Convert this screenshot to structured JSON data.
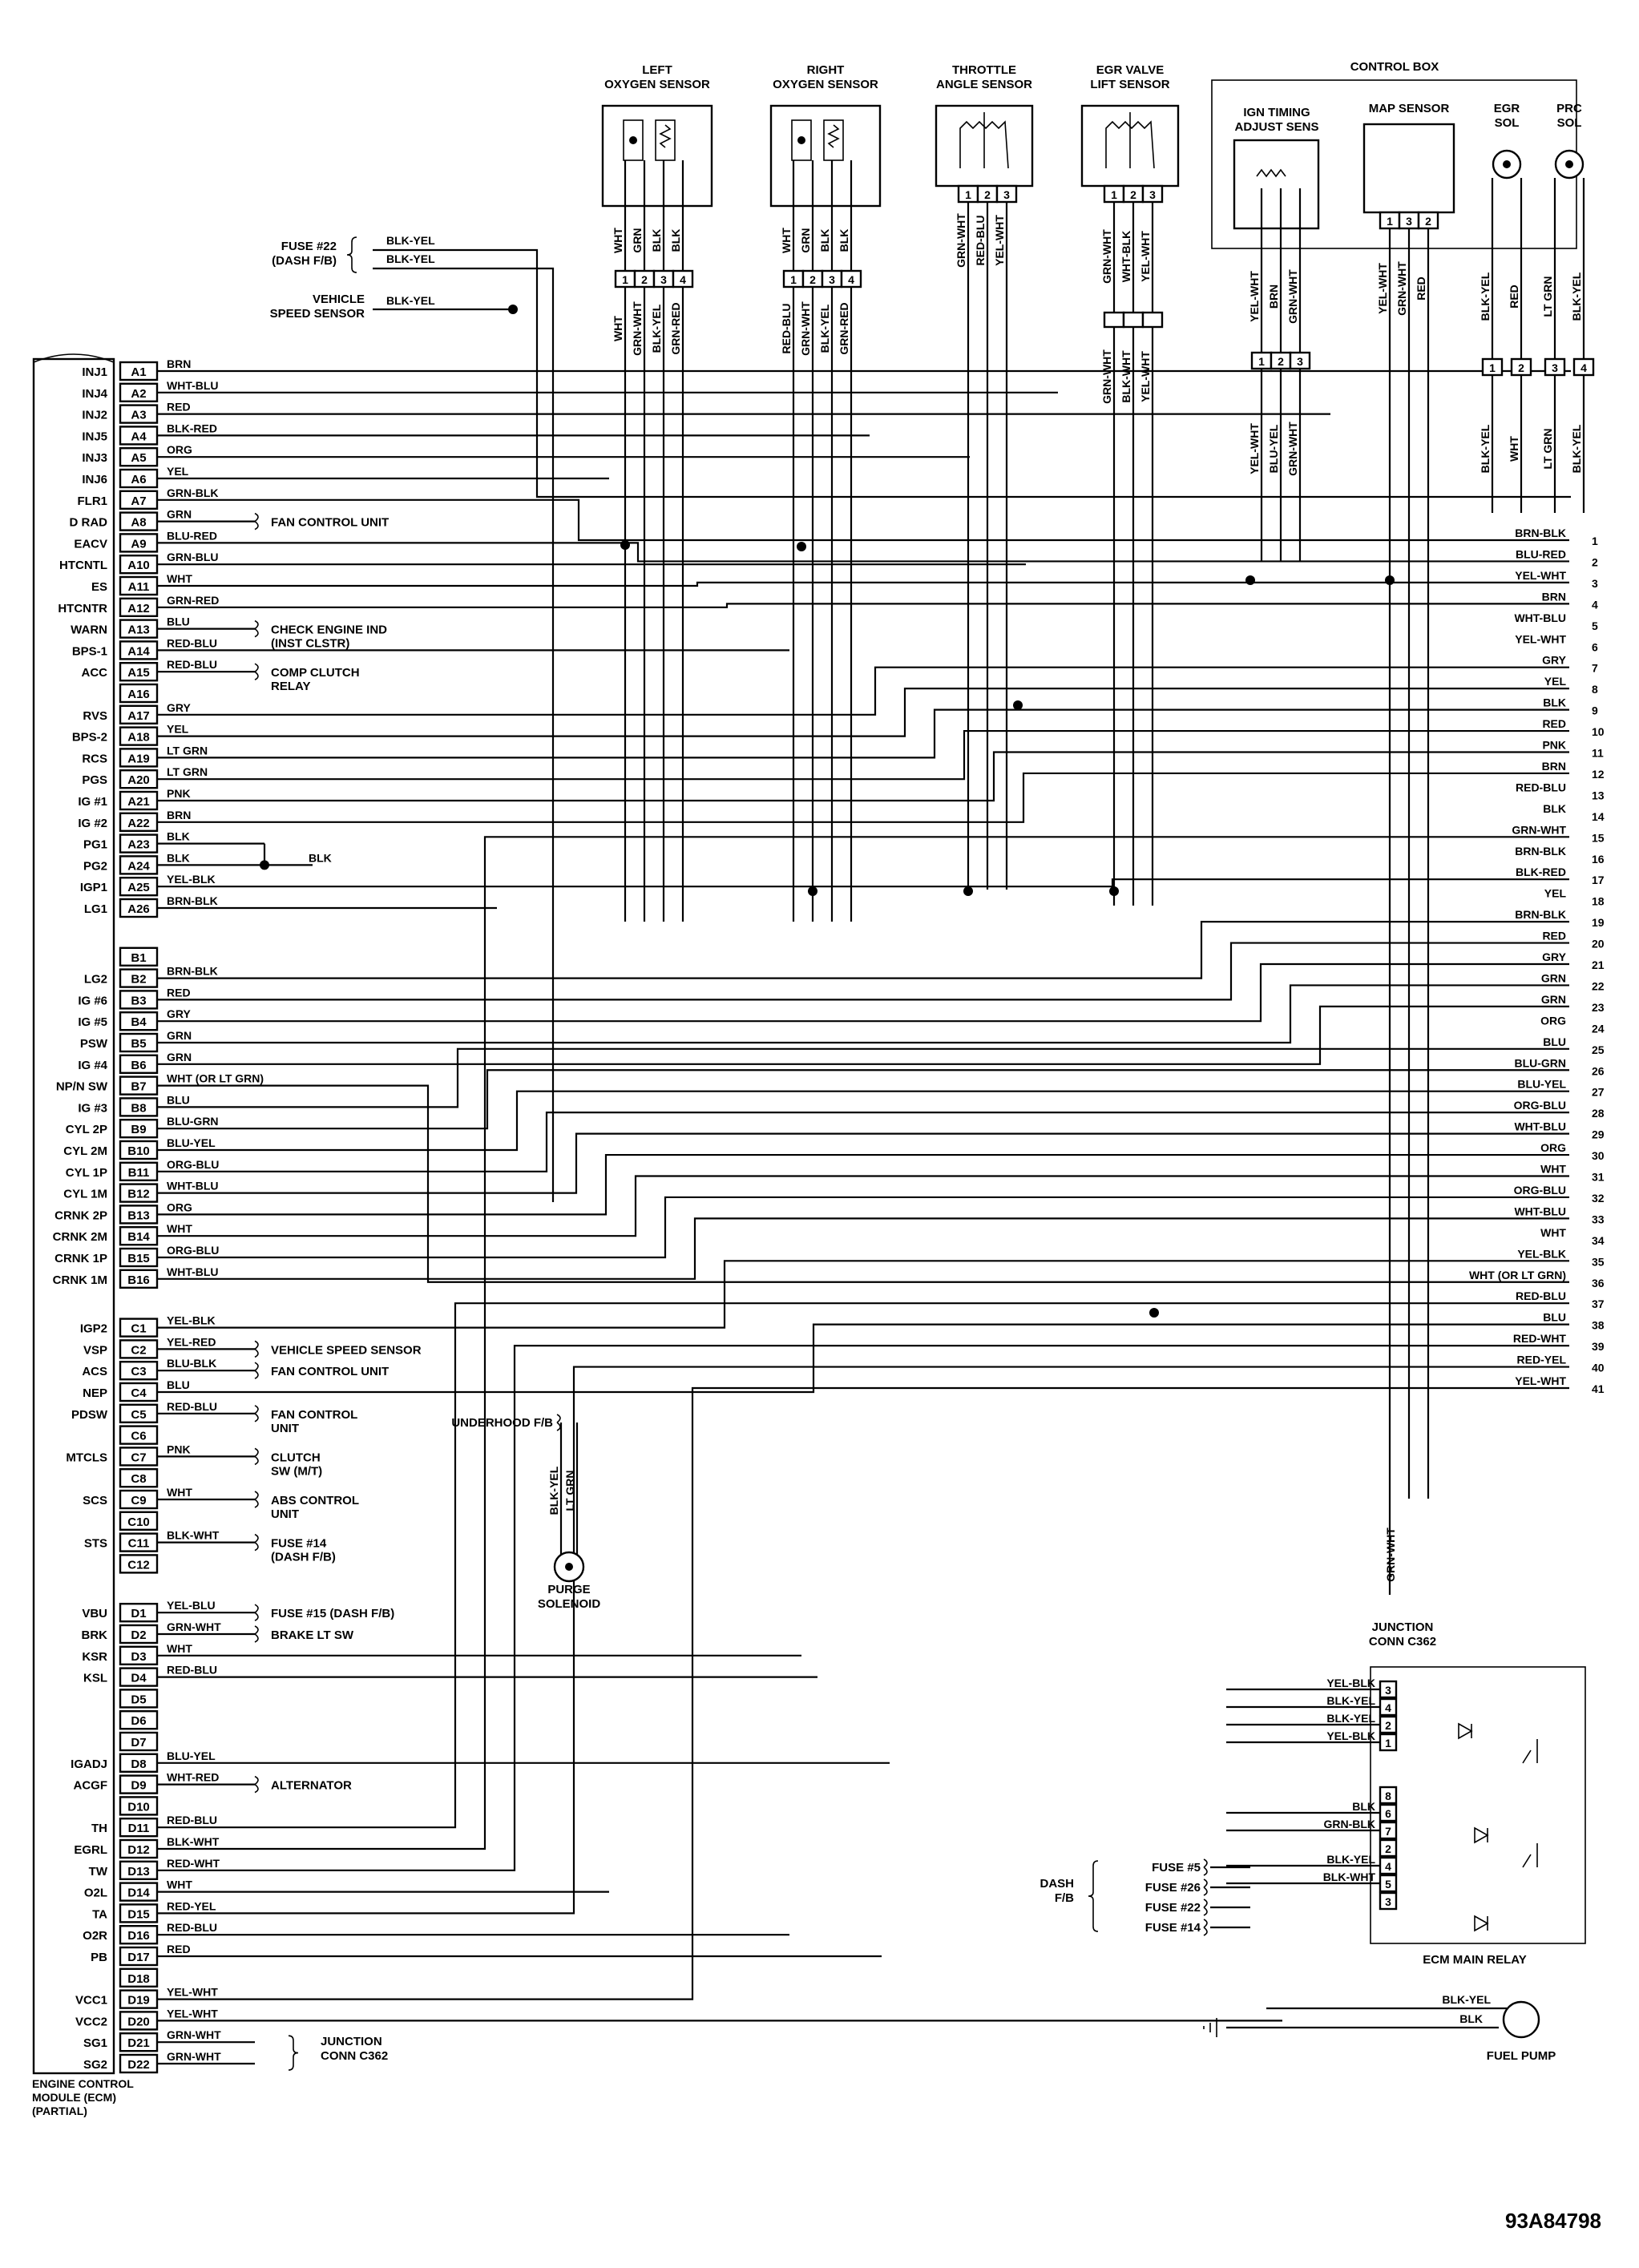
{
  "doc_id": "93A84798",
  "ecm": {
    "label": [
      "ENGINE CONTROL",
      "MODULE (ECM)",
      "(PARTIAL)"
    ],
    "pins": [
      {
        "fn": "INJ1",
        "pin": "A1",
        "wire": "BRN"
      },
      {
        "fn": "INJ4",
        "pin": "A2",
        "wire": "WHT-BLU"
      },
      {
        "fn": "INJ2",
        "pin": "A3",
        "wire": "RED"
      },
      {
        "fn": "INJ5",
        "pin": "A4",
        "wire": "BLK-RED"
      },
      {
        "fn": "INJ3",
        "pin": "A5",
        "wire": "ORG"
      },
      {
        "fn": "INJ6",
        "pin": "A6",
        "wire": "YEL"
      },
      {
        "fn": "FLR1",
        "pin": "A7",
        "wire": "GRN-BLK"
      },
      {
        "fn": "D RAD",
        "pin": "A8",
        "wire": "GRN"
      },
      {
        "fn": "EACV",
        "pin": "A9",
        "wire": "BLU-RED"
      },
      {
        "fn": "HTCNTL",
        "pin": "A10",
        "wire": "GRN-BLU"
      },
      {
        "fn": "ES",
        "pin": "A11",
        "wire": "WHT"
      },
      {
        "fn": "HTCNTR",
        "pin": "A12",
        "wire": "GRN-RED"
      },
      {
        "fn": "WARN",
        "pin": "A13",
        "wire": "BLU"
      },
      {
        "fn": "BPS-1",
        "pin": "A14",
        "wire": "RED-BLU"
      },
      {
        "fn": "ACC",
        "pin": "A15",
        "wire": "RED-BLU"
      },
      {
        "fn": "",
        "pin": "A16",
        "wire": ""
      },
      {
        "fn": "RVS",
        "pin": "A17",
        "wire": "GRY"
      },
      {
        "fn": "BPS-2",
        "pin": "A18",
        "wire": "YEL"
      },
      {
        "fn": "RCS",
        "pin": "A19",
        "wire": "LT GRN"
      },
      {
        "fn": "PGS",
        "pin": "A20",
        "wire": "LT GRN"
      },
      {
        "fn": "IG #1",
        "pin": "A21",
        "wire": "PNK"
      },
      {
        "fn": "IG #2",
        "pin": "A22",
        "wire": "BRN"
      },
      {
        "fn": "PG1",
        "pin": "A23",
        "wire": "BLK"
      },
      {
        "fn": "PG2",
        "pin": "A24",
        "wire": "BLK"
      },
      {
        "fn": "IGP1",
        "pin": "A25",
        "wire": "YEL-BLK"
      },
      {
        "fn": "LG1",
        "pin": "A26",
        "wire": "BRN-BLK"
      },
      {
        "fn": "",
        "pin": "B1",
        "wire": ""
      },
      {
        "fn": "LG2",
        "pin": "B2",
        "wire": "BRN-BLK"
      },
      {
        "fn": "IG #6",
        "pin": "B3",
        "wire": "RED"
      },
      {
        "fn": "IG #5",
        "pin": "B4",
        "wire": "GRY"
      },
      {
        "fn": "PSW",
        "pin": "B5",
        "wire": "GRN"
      },
      {
        "fn": "IG #4",
        "pin": "B6",
        "wire": "GRN"
      },
      {
        "fn": "NP/N SW",
        "pin": "B7",
        "wire": "WHT (OR LT GRN)"
      },
      {
        "fn": "IG #3",
        "pin": "B8",
        "wire": "BLU"
      },
      {
        "fn": "CYL 2P",
        "pin": "B9",
        "wire": "BLU-GRN"
      },
      {
        "fn": "CYL 2M",
        "pin": "B10",
        "wire": "BLU-YEL"
      },
      {
        "fn": "CYL 1P",
        "pin": "B11",
        "wire": "ORG-BLU"
      },
      {
        "fn": "CYL 1M",
        "pin": "B12",
        "wire": "WHT-BLU"
      },
      {
        "fn": "CRNK 2P",
        "pin": "B13",
        "wire": "ORG"
      },
      {
        "fn": "CRNK 2M",
        "pin": "B14",
        "wire": "WHT"
      },
      {
        "fn": "CRNK 1P",
        "pin": "B15",
        "wire": "ORG-BLU"
      },
      {
        "fn": "CRNK 1M",
        "pin": "B16",
        "wire": "WHT-BLU"
      },
      {
        "fn": "IGP2",
        "pin": "C1",
        "wire": "YEL-BLK"
      },
      {
        "fn": "VSP",
        "pin": "C2",
        "wire": "YEL-RED"
      },
      {
        "fn": "ACS",
        "pin": "C3",
        "wire": "BLU-BLK"
      },
      {
        "fn": "NEP",
        "pin": "C4",
        "wire": "BLU"
      },
      {
        "fn": "PDSW",
        "pin": "C5",
        "wire": "RED-BLU"
      },
      {
        "fn": "",
        "pin": "C6",
        "wire": ""
      },
      {
        "fn": "MTCLS",
        "pin": "C7",
        "wire": "PNK"
      },
      {
        "fn": "",
        "pin": "C8",
        "wire": ""
      },
      {
        "fn": "SCS",
        "pin": "C9",
        "wire": "WHT"
      },
      {
        "fn": "",
        "pin": "C10",
        "wire": ""
      },
      {
        "fn": "STS",
        "pin": "C11",
        "wire": "BLK-WHT"
      },
      {
        "fn": "",
        "pin": "C12",
        "wire": ""
      },
      {
        "fn": "VBU",
        "pin": "D1",
        "wire": "YEL-BLU"
      },
      {
        "fn": "BRK",
        "pin": "D2",
        "wire": "GRN-WHT"
      },
      {
        "fn": "KSR",
        "pin": "D3",
        "wire": "WHT"
      },
      {
        "fn": "KSL",
        "pin": "D4",
        "wire": "RED-BLU"
      },
      {
        "fn": "",
        "pin": "D5",
        "wire": ""
      },
      {
        "fn": "",
        "pin": "D6",
        "wire": ""
      },
      {
        "fn": "",
        "pin": "D7",
        "wire": ""
      },
      {
        "fn": "IGADJ",
        "pin": "D8",
        "wire": "BLU-YEL"
      },
      {
        "fn": "ACGF",
        "pin": "D9",
        "wire": "WHT-RED"
      },
      {
        "fn": "",
        "pin": "D10",
        "wire": ""
      },
      {
        "fn": "TH",
        "pin": "D11",
        "wire": "RED-BLU"
      },
      {
        "fn": "EGRL",
        "pin": "D12",
        "wire": "BLK-WHT"
      },
      {
        "fn": "TW",
        "pin": "D13",
        "wire": "RED-WHT"
      },
      {
        "fn": "O2L",
        "pin": "D14",
        "wire": "WHT"
      },
      {
        "fn": "TA",
        "pin": "D15",
        "wire": "RED-YEL"
      },
      {
        "fn": "O2R",
        "pin": "D16",
        "wire": "RED-BLU"
      },
      {
        "fn": "PB",
        "pin": "D17",
        "wire": "RED"
      },
      {
        "fn": "",
        "pin": "D18",
        "wire": ""
      },
      {
        "fn": "VCC1",
        "pin": "D19",
        "wire": "YEL-WHT"
      },
      {
        "fn": "VCC2",
        "pin": "D20",
        "wire": "YEL-WHT"
      },
      {
        "fn": "SG1",
        "pin": "D21",
        "wire": "GRN-WHT"
      },
      {
        "fn": "SG2",
        "pin": "D22",
        "wire": "GRN-WHT"
      }
    ]
  },
  "pin_notes": [
    {
      "pin": "A8",
      "text": [
        "FAN CONTROL UNIT"
      ]
    },
    {
      "pin": "A13",
      "text": [
        "CHECK ENGINE IND",
        "(INST CLSTR)"
      ]
    },
    {
      "pin": "A15",
      "text": [
        "COMP CLUTCH",
        "RELAY"
      ]
    },
    {
      "pin": "C2",
      "text": [
        "VEHICLE SPEED SENSOR"
      ]
    },
    {
      "pin": "C3",
      "text": [
        "FAN CONTROL UNIT"
      ]
    },
    {
      "pin": "C5",
      "text": [
        "FAN CONTROL",
        "UNIT"
      ]
    },
    {
      "pin": "C7",
      "text": [
        "CLUTCH",
        "SW (M/T)"
      ]
    },
    {
      "pin": "C9",
      "text": [
        "ABS CONTROL",
        "UNIT"
      ]
    },
    {
      "pin": "C11",
      "text": [
        "FUSE #14",
        "(DASH F/B)"
      ]
    },
    {
      "pin": "D1",
      "text": [
        "FUSE #15 (DASH F/B)"
      ]
    },
    {
      "pin": "D2",
      "text": [
        "BRAKE LT SW"
      ]
    },
    {
      "pin": "D9",
      "text": [
        "ALTERNATOR"
      ]
    }
  ],
  "pg_jumper_label": "BLK",
  "sg_note": [
    "JUNCTION",
    "CONN C362"
  ],
  "top_left": {
    "fuse22": [
      "FUSE #22",
      "(DASH F/B)"
    ],
    "fuse22_wires": [
      "BLK-YEL",
      "BLK-YEL"
    ],
    "vss": [
      "VEHICLE",
      "SPEED SENSOR"
    ],
    "vss_wire": "BLK-YEL"
  },
  "components": {
    "left_o2": {
      "title": [
        "LEFT",
        "OXYGEN SENSOR"
      ],
      "wires_top": [
        "WHT",
        "GRN",
        "BLK",
        "BLK"
      ],
      "pins": [
        "1",
        "2",
        "3",
        "4"
      ],
      "wires_bottom": [
        "WHT",
        "GRN-WHT",
        "BLK-YEL",
        "GRN-RED"
      ]
    },
    "right_o2": {
      "title": [
        "RIGHT",
        "OXYGEN SENSOR"
      ],
      "wires_top": [
        "WHT",
        "GRN",
        "BLK",
        "BLK"
      ],
      "pins": [
        "1",
        "2",
        "3",
        "4"
      ],
      "wires_bottom": [
        "RED-BLU",
        "GRN-WHT",
        "BLK-YEL",
        "GRN-RED"
      ]
    },
    "throttle": {
      "title": [
        "THROTTLE",
        "ANGLE SENSOR"
      ],
      "pins": [
        "1",
        "2",
        "3"
      ],
      "wires": [
        "GRN-WHT",
        "RED-BLU",
        "YEL-WHT"
      ]
    },
    "egr_lift": {
      "title": [
        "EGR VALVE",
        "LIFT SENSOR"
      ],
      "pins": [
        "1",
        "2",
        "3"
      ],
      "wires_top": [
        "GRN-WHT",
        "WHT-BLK",
        "YEL-WHT"
      ],
      "wires_bottom": [
        "GRN-WHT",
        "BLK-WHT",
        "YEL-WHT"
      ]
    },
    "control_box": {
      "title": "CONTROL BOX",
      "ign": [
        "IGN TIMING",
        "ADJUST SENS"
      ],
      "ign_pins": [
        "1",
        "2",
        "3"
      ],
      "ign_wires_top": [
        "YEL-WHT",
        "BRN",
        "GRN-WHT"
      ],
      "ign_wires_bottom": [
        "YEL-WHT",
        "BLU-YEL",
        "GRN-WHT"
      ],
      "map": "MAP SENSOR",
      "map_pins": [
        "1",
        "3",
        "2"
      ],
      "map_wires": [
        "YEL-WHT",
        "GRN-WHT",
        "RED"
      ],
      "egr_sol": [
        "EGR",
        "SOL"
      ],
      "prc_sol": [
        "PRC",
        "SOL"
      ],
      "sol_wires_top": [
        "BLK-YEL",
        "RED",
        "LT GRN",
        "BLK-YEL"
      ],
      "sol_pins": [
        "1",
        "2",
        "3",
        "4"
      ],
      "sol_wires_bottom": [
        "BLK-YEL",
        "WHT",
        "LT GRN",
        "BLK-YEL"
      ]
    }
  },
  "purge": {
    "underhood": "UNDERHOOD F/B",
    "wires": [
      "BLK-YEL",
      "LT GRN"
    ],
    "label": [
      "PURGE",
      "SOLENOID"
    ]
  },
  "junction": {
    "wire": "GRN-WHT",
    "label": [
      "JUNCTION",
      "CONN C362"
    ]
  },
  "right_wires": [
    {
      "n": "1",
      "w": "BRN-BLK"
    },
    {
      "n": "2",
      "w": "BLU-RED"
    },
    {
      "n": "3",
      "w": "YEL-WHT"
    },
    {
      "n": "4",
      "w": "BRN"
    },
    {
      "n": "5",
      "w": "WHT-BLU"
    },
    {
      "n": "6",
      "w": "YEL-WHT"
    },
    {
      "n": "7",
      "w": "GRY"
    },
    {
      "n": "8",
      "w": "YEL"
    },
    {
      "n": "9",
      "w": "BLK"
    },
    {
      "n": "10",
      "w": "RED"
    },
    {
      "n": "11",
      "w": "PNK"
    },
    {
      "n": "12",
      "w": "BRN"
    },
    {
      "n": "13",
      "w": "RED-BLU"
    },
    {
      "n": "14",
      "w": "BLK"
    },
    {
      "n": "15",
      "w": "GRN-WHT"
    },
    {
      "n": "16",
      "w": "BRN-BLK"
    },
    {
      "n": "17",
      "w": "BLK-RED"
    },
    {
      "n": "18",
      "w": "YEL"
    },
    {
      "n": "19",
      "w": "BRN-BLK"
    },
    {
      "n": "20",
      "w": "RED"
    },
    {
      "n": "21",
      "w": "GRY"
    },
    {
      "n": "22",
      "w": "GRN"
    },
    {
      "n": "23",
      "w": "GRN"
    },
    {
      "n": "24",
      "w": "ORG"
    },
    {
      "n": "25",
      "w": "BLU"
    },
    {
      "n": "26",
      "w": "BLU-GRN"
    },
    {
      "n": "27",
      "w": "BLU-YEL"
    },
    {
      "n": "28",
      "w": "ORG-BLU"
    },
    {
      "n": "29",
      "w": "WHT-BLU"
    },
    {
      "n": "30",
      "w": "ORG"
    },
    {
      "n": "31",
      "w": "WHT"
    },
    {
      "n": "32",
      "w": "ORG-BLU"
    },
    {
      "n": "33",
      "w": "WHT-BLU"
    },
    {
      "n": "34",
      "w": "WHT"
    },
    {
      "n": "35",
      "w": "YEL-BLK"
    },
    {
      "n": "36",
      "w": "WHT (OR LT GRN)"
    },
    {
      "n": "37",
      "w": "RED-BLU"
    },
    {
      "n": "38",
      "w": "BLU"
    },
    {
      "n": "39",
      "w": "RED-WHT"
    },
    {
      "n": "40",
      "w": "RED-YEL"
    },
    {
      "n": "41",
      "w": "YEL-WHT"
    }
  ],
  "relay": {
    "label": "ECM MAIN RELAY",
    "upper_pins": [
      "3",
      "4",
      "2",
      "1"
    ],
    "upper_wires": [
      "YEL-BLK",
      "BLK-YEL",
      "BLK-YEL",
      "YEL-BLK"
    ],
    "lower_pins": [
      "8",
      "6",
      "7",
      "2",
      "4",
      "5",
      "3"
    ],
    "lower_wires": [
      "",
      "BLK",
      "GRN-BLK",
      "",
      "BLK-YEL",
      "BLK-WHT",
      ""
    ],
    "dash": [
      "DASH",
      "F/B"
    ],
    "fuses": [
      "FUSE #5",
      "FUSE #26",
      "FUSE #22",
      "FUSE #14"
    ]
  },
  "fuel_pump": {
    "label": "FUEL PUMP",
    "wires": [
      "BLK-YEL",
      "BLK"
    ]
  }
}
